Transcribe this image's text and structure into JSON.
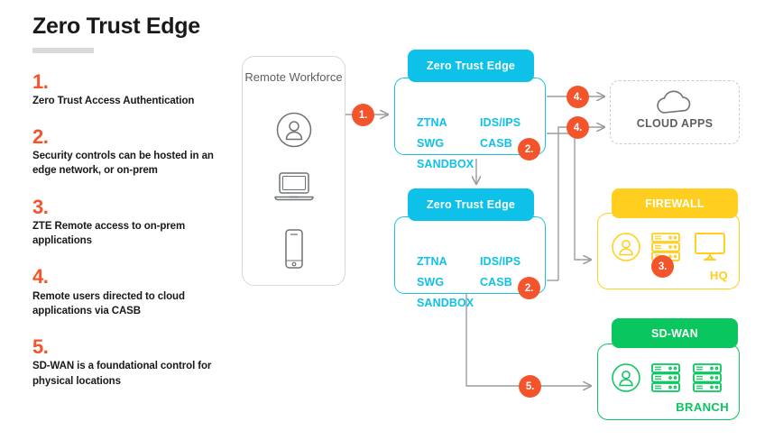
{
  "title": "Zero Trust Edge",
  "colors": {
    "accent_orange": "#f4542b",
    "cyan": "#0ec1e9",
    "yellow": "#ffce1f",
    "green": "#0ac65e",
    "text_dark": "#18191b",
    "text_gray": "#5d6063",
    "wire_gray": "#9a9ea1"
  },
  "legend": {
    "items": [
      {
        "num": "1.",
        "text": "Zero Trust Access Authentication"
      },
      {
        "num": "2.",
        "text": "Security controls can be hosted in an edge network, or on-prem"
      },
      {
        "num": "3.",
        "text": "ZTE Remote access to on-prem applications"
      },
      {
        "num": "4.",
        "text": "Remote users directed to cloud applications via CASB"
      },
      {
        "num": "5.",
        "text": "SD-WAN is a foundational control for physical locations"
      }
    ]
  },
  "remote_workforce": {
    "label": "Remote Workforce",
    "icons": [
      "user-circle-icon",
      "laptop-icon",
      "smartphone-icon"
    ]
  },
  "zte": {
    "header": "Zero Trust Edge",
    "services_left": [
      "ZTNA",
      "SWG",
      "SANDBOX"
    ],
    "services_right": [
      "IDS/IPS",
      "CASB"
    ]
  },
  "cloud_apps": {
    "label": "CLOUD APPS",
    "icon": "cloud-icon"
  },
  "firewall": {
    "header": "FIREWALL",
    "site_label": "HQ",
    "icons": [
      "user-circle-icon",
      "server-rack-icon",
      "desktop-monitor-icon"
    ]
  },
  "sdwan": {
    "header": "SD-WAN",
    "site_label": "BRANCH",
    "icons": [
      "user-circle-icon",
      "server-rack-icon",
      "server-rack-icon"
    ]
  },
  "badges": {
    "b1": "1.",
    "b2_top": "2.",
    "b2_bottom": "2.",
    "b3": "3.",
    "b4_top": "4.",
    "b4_bottom": "4.",
    "b5": "5."
  }
}
